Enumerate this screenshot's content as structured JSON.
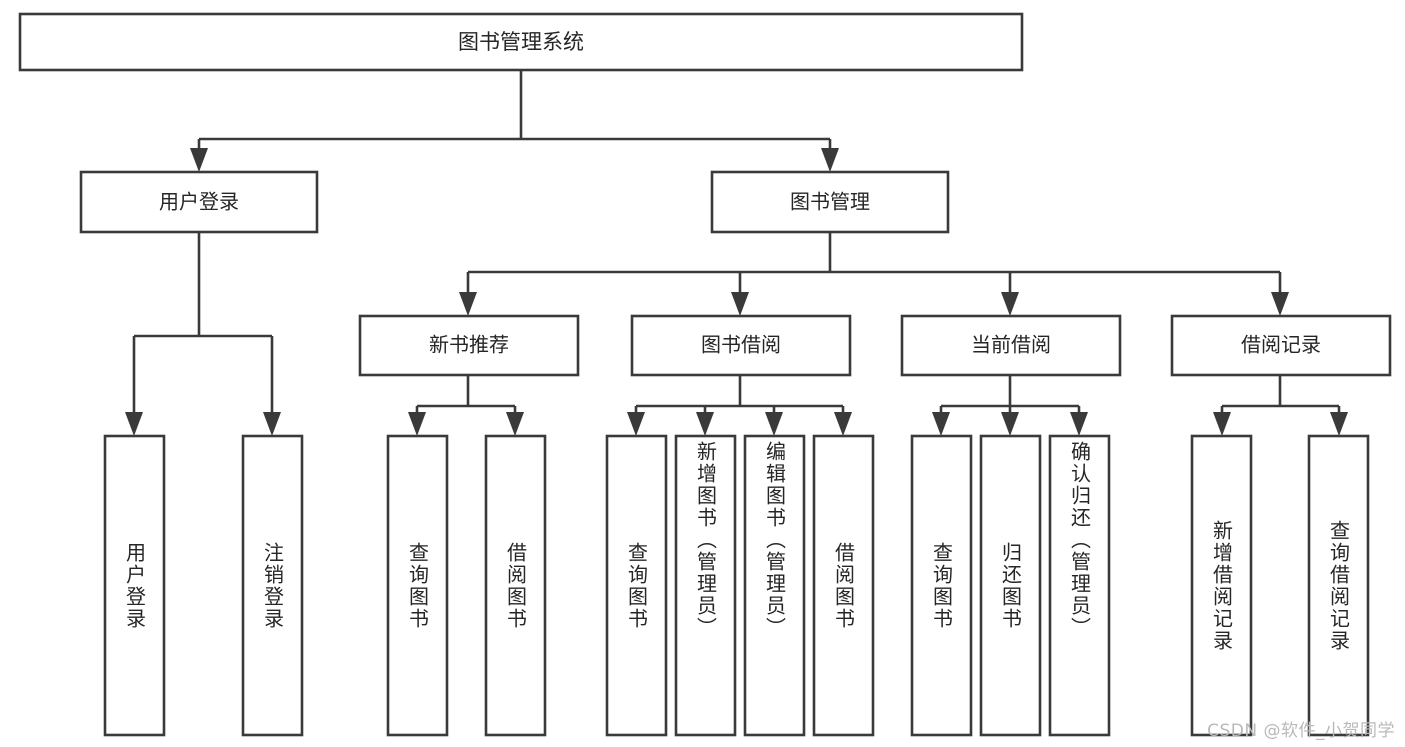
{
  "diagram": {
    "type": "tree-hierarchy",
    "title": "图书管理系统",
    "watermark": "CSDN @软件_小贺同学",
    "colors": {
      "stroke": "#3a3a3a",
      "fill": "#ffffff",
      "text": "#262626",
      "background": "#ffffff",
      "watermark": "#b9b9b9"
    },
    "root": {
      "label": "图书管理系统"
    },
    "level1": [
      {
        "label": "用户登录"
      },
      {
        "label": "图书管理"
      }
    ],
    "level2": [
      {
        "label": "新书推荐"
      },
      {
        "label": "图书借阅"
      },
      {
        "label": "当前借阅"
      },
      {
        "label": "借阅记录"
      }
    ],
    "leaves": {
      "user_login": [
        {
          "label": "用户登录"
        },
        {
          "label": "注销登录"
        }
      ],
      "new_book_recommend": [
        {
          "label": "查询图书"
        },
        {
          "label": "借阅图书"
        }
      ],
      "book_borrow": [
        {
          "label": "查询图书"
        },
        {
          "label": "新增图书（管理员）"
        },
        {
          "label": "编辑图书（管理员）"
        },
        {
          "label": "借阅图书"
        }
      ],
      "current_borrow": [
        {
          "label": "查询图书"
        },
        {
          "label": "归还图书"
        },
        {
          "label": "确认归还（管理员）"
        }
      ],
      "borrow_record": [
        {
          "label": "新增借阅记录"
        },
        {
          "label": "查询借阅记录"
        }
      ]
    }
  }
}
